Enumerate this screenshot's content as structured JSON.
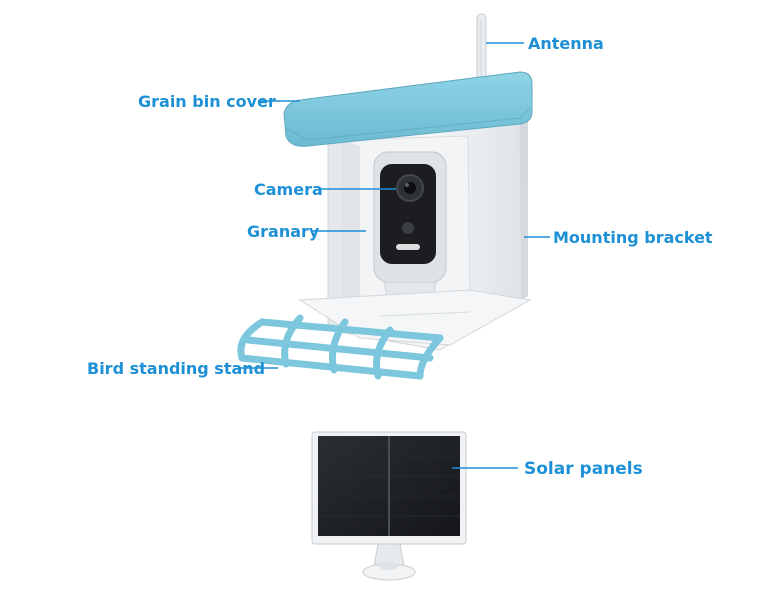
{
  "diagram": {
    "labels": {
      "antenna": "Antenna",
      "grain_bin_cover": "Grain bin cover",
      "camera": "Camera",
      "granary": "Granary",
      "mounting_bracket": "Mounting bracket",
      "bird_standing_stand": "Bird standing stand",
      "solar_panels": "Solar panels"
    },
    "colors": {
      "label": "#1e90d6",
      "leader_line": "#1e90d6",
      "cover": "#7cc7dd",
      "body": "#eef0f2",
      "panel": "#1a1c20"
    }
  }
}
